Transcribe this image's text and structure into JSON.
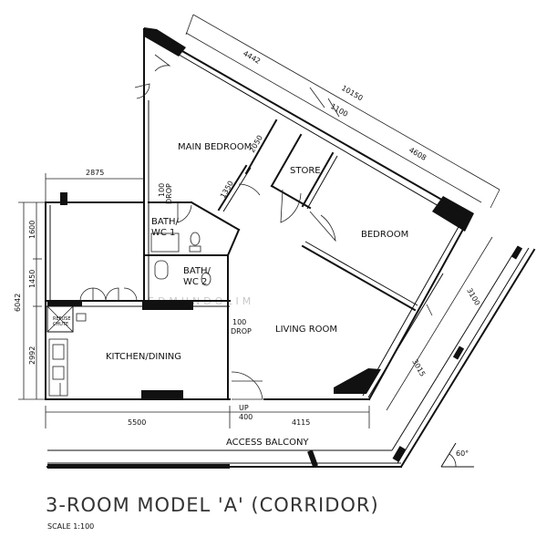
{
  "rooms": {
    "main_bedroom": "MAIN BEDROOM",
    "store": "STORE",
    "bedroom": "BEDROOM",
    "bath_wc1_a": "BATH/",
    "bath_wc1_b": "WC 1",
    "bath_wc2_a": "BATH/",
    "bath_wc2_b": "WC 2",
    "living_room": "LIVING ROOM",
    "kitchen_dining": "KITCHEN/DINING",
    "access_balcony": "ACCESS BALCONY"
  },
  "notes": {
    "drop1_a": "100",
    "drop1_b": "DROP",
    "drop2_a": "100",
    "drop2_b": "DROP",
    "up_a": "UP",
    "up_b": "400",
    "refuse_a": "REFUSE",
    "refuse_b": "CHUTE",
    "angle": "60°",
    "watermark": "EDMUNDOLIM"
  },
  "dimensions": {
    "top_4442": "4442",
    "top_10150": "10150",
    "top_1100": "1100",
    "top_4608": "4608",
    "d_2050": "2050",
    "d_1350": "1350",
    "left_2875": "2875",
    "left_1600": "1600",
    "left_1450": "1450",
    "left_6042": "6042",
    "left_2992": "2992",
    "right_3100": "3100",
    "right_3015": "3015",
    "bottom_5500": "5500",
    "bottom_4115": "4115"
  },
  "title": "3-ROOM MODEL 'A' (CORRIDOR)",
  "scale": "SCALE   1:100"
}
